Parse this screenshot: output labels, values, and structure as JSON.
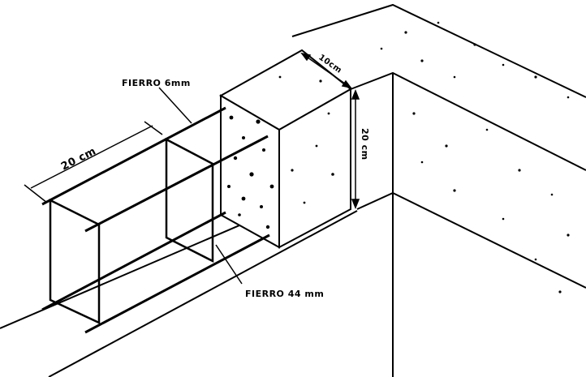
{
  "labels": {
    "steel_6mm": "FIERRO 6mm",
    "steel_44mm": "FIERRO 44 mm",
    "width_dim": "20 cm",
    "depth_dim": "10cm",
    "height_dim": "20 cm"
  },
  "colors": {
    "ink": "#000000",
    "paper": "#ffffff"
  }
}
